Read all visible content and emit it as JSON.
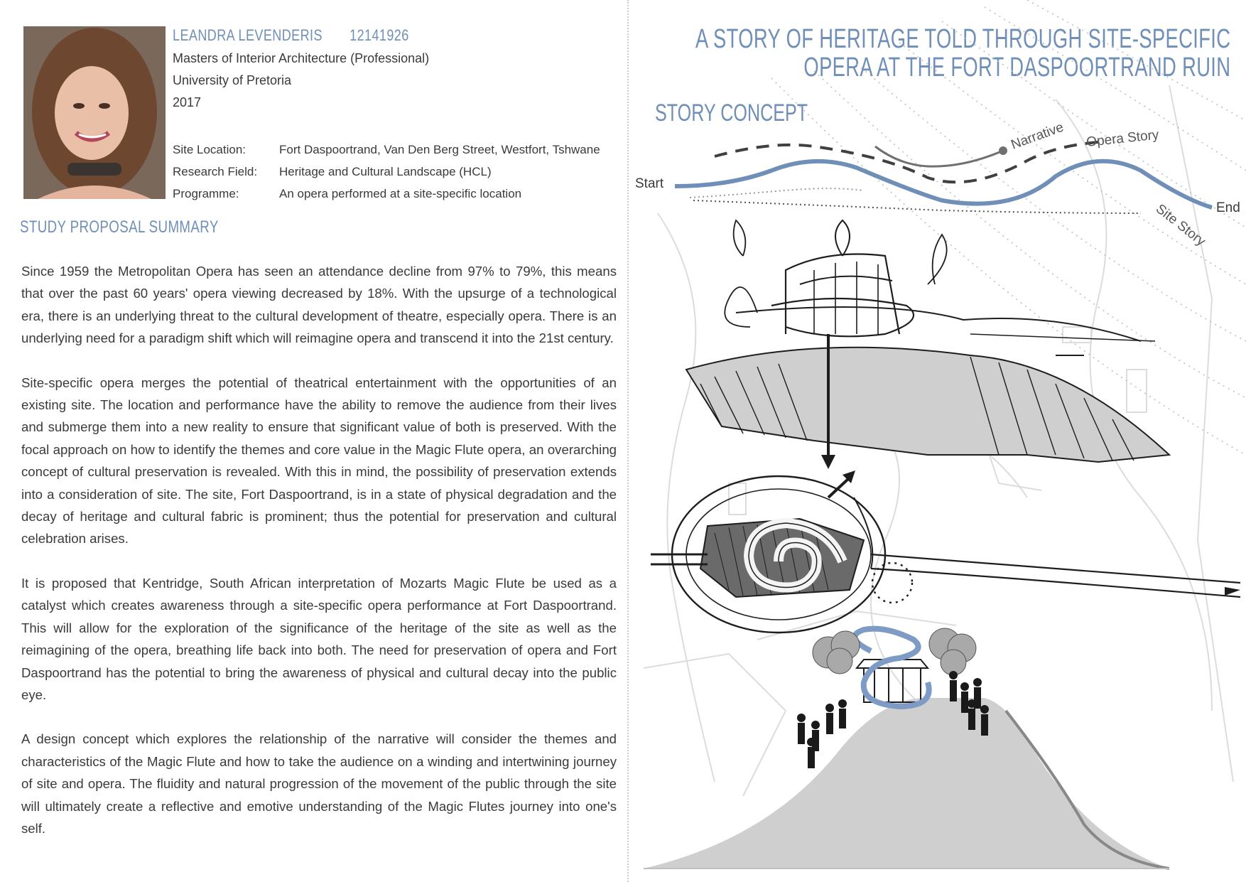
{
  "profile": {
    "name": "LEANDRA LEVENDERIS",
    "student_number": "12141926",
    "degree": "Masters of Interior Architecture (Professional)",
    "university": "University of Pretoria",
    "year": "2017"
  },
  "details": [
    {
      "label": "Site Location:",
      "value": "Fort Daspoortrand, Van Den Berg Street, Westfort, Tshwane"
    },
    {
      "label": "Research Field:",
      "value": "Heritage and Cultural Landscape (HCL)"
    },
    {
      "label": "Programme:",
      "value": "An opera performed at a site-specific location"
    }
  ],
  "summary": {
    "title": "STUDY PROPOSAL SUMMARY",
    "paragraphs": [
      "Since 1959 the Metropolitan Opera has seen an attendance decline from 97% to 79%, this means that over the past 60 years' opera viewing decreased by 18%. With the upsurge of a technological era, there is an underlying threat to the cultural development of theatre, especially opera. There is an underlying need for a paradigm shift which will reimagine opera and transcend it into the 21st century.",
      "Site-specific opera merges the potential of theatrical entertainment with the opportunities of an existing site. The location and performance have the ability to remove the audience from their lives and submerge them into a new reality to ensure that significant value of both is preserved. With the focal approach on how to identify the themes and core value in the Magic Flute opera, an overarching concept of cultural preservation is revealed. With this in mind, the possibility of preservation extends into a consideration of site. The site, Fort Daspoortrand, is in a state of physical degradation and the decay of heritage and cultural fabric is prominent; thus the potential for preservation and cultural celebration arises.",
      "It is proposed that Kentridge, South African interpretation of Mozarts Magic Flute be used as a catalyst which creates awareness through a site-specific opera performance at Fort Daspoortrand. This will allow for the exploration of the significance of the heritage of the site as well as the reimagining of the opera, breathing life back into both. The need for preservation of opera and Fort Daspoortrand has the potential to bring the awareness of physical and cultural decay into the public eye.",
      "A design concept which explores the relationship of the narrative will consider the themes and characteristics of the Magic Flute and how to take the audience on a winding and intertwining journey of site and opera. The fluidity and natural progression of the movement of the public through the site will ultimately create a reflective and emotive understanding of the Magic Flutes journey into one's self."
    ]
  },
  "title": {
    "line1": "A STORY OF HERITAGE TOLD THROUGH SITE-SPECIFIC",
    "line2": "OPERA AT THE FORT DASPOORTRAND RUIN"
  },
  "concept": {
    "title": "STORY CONCEPT",
    "start": "Start",
    "end": "End",
    "narrative": "Narrative",
    "opera_story": "Opera Story",
    "site_story": "Site Story"
  },
  "colors": {
    "accent": "#6f8fb8",
    "text": "#3a3a3a"
  }
}
